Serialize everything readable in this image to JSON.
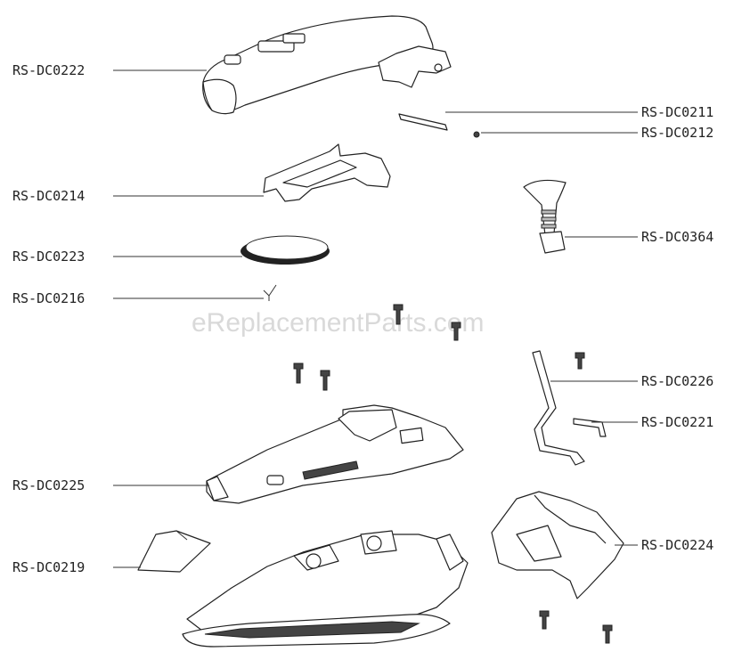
{
  "watermark": "eReplacementParts.com",
  "labels": {
    "handle": "RS-DC0222",
    "pin": "RS-DC0211",
    "ball": "RS-DC0212",
    "cover": "RS-DC0214",
    "disc": "RS-DC0223",
    "spring": "RS-DC0216",
    "knob": "RS-DC0364",
    "rod": "RS-DC0226",
    "lever": "RS-DC0221",
    "body": "RS-DC0225",
    "heel": "RS-DC0224",
    "clip": "RS-DC0219"
  }
}
